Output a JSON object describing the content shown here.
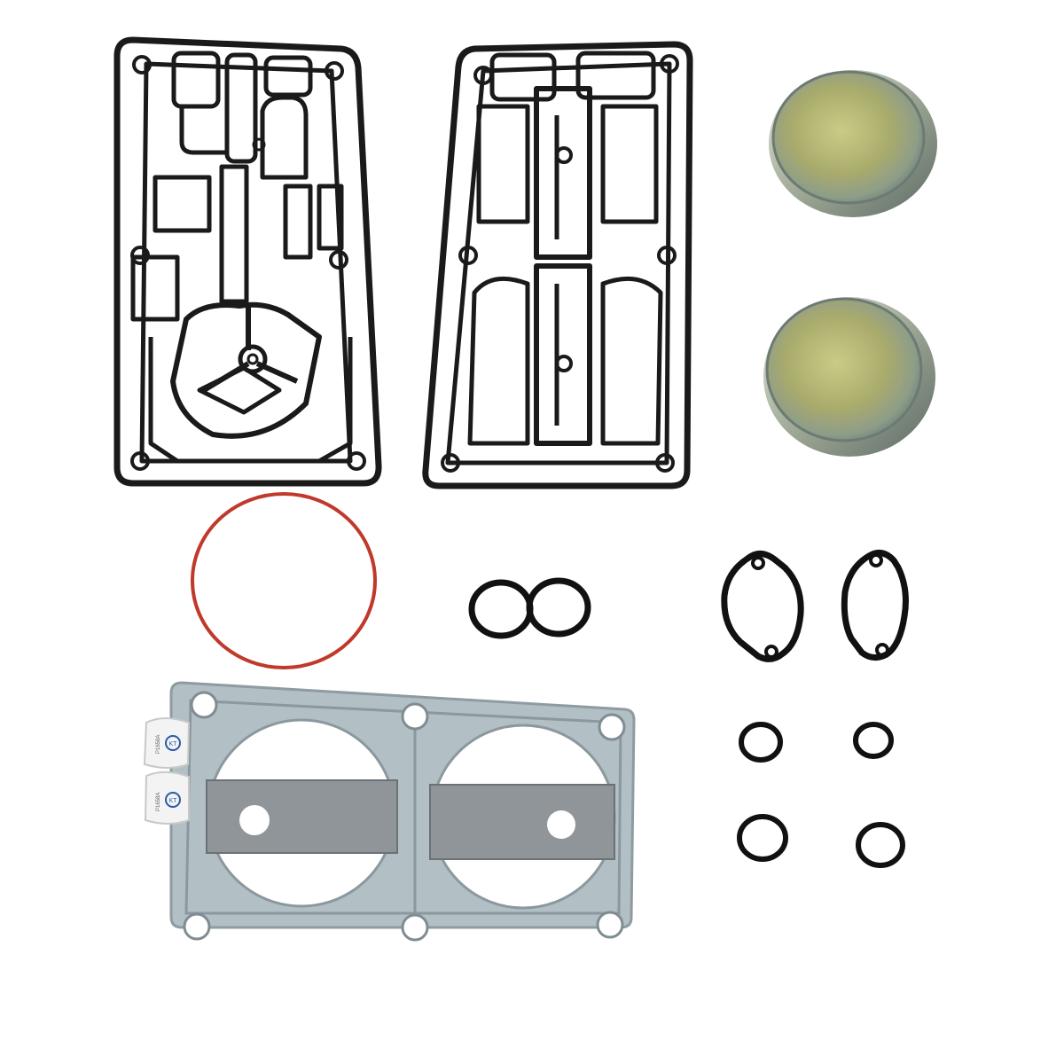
{
  "product": {
    "packet_label": "P1658A",
    "packet_logo": "KT"
  },
  "parts": [
    {
      "name": "valve-plate-gasket-left",
      "color": "#1a1a1a"
    },
    {
      "name": "valve-plate-gasket-right",
      "color": "#1a1a1a"
    },
    {
      "name": "metal-cap",
      "color": "#b8b96a"
    },
    {
      "name": "o-ring-large",
      "color": "#c0392b"
    },
    {
      "name": "o-ring-small",
      "color": "#111111"
    },
    {
      "name": "flange-gasket",
      "color": "#111111"
    },
    {
      "name": "cylinder-head-gasket",
      "color": "#a9b7bd"
    },
    {
      "name": "grease-packet",
      "color": "#f2f2f2"
    }
  ]
}
